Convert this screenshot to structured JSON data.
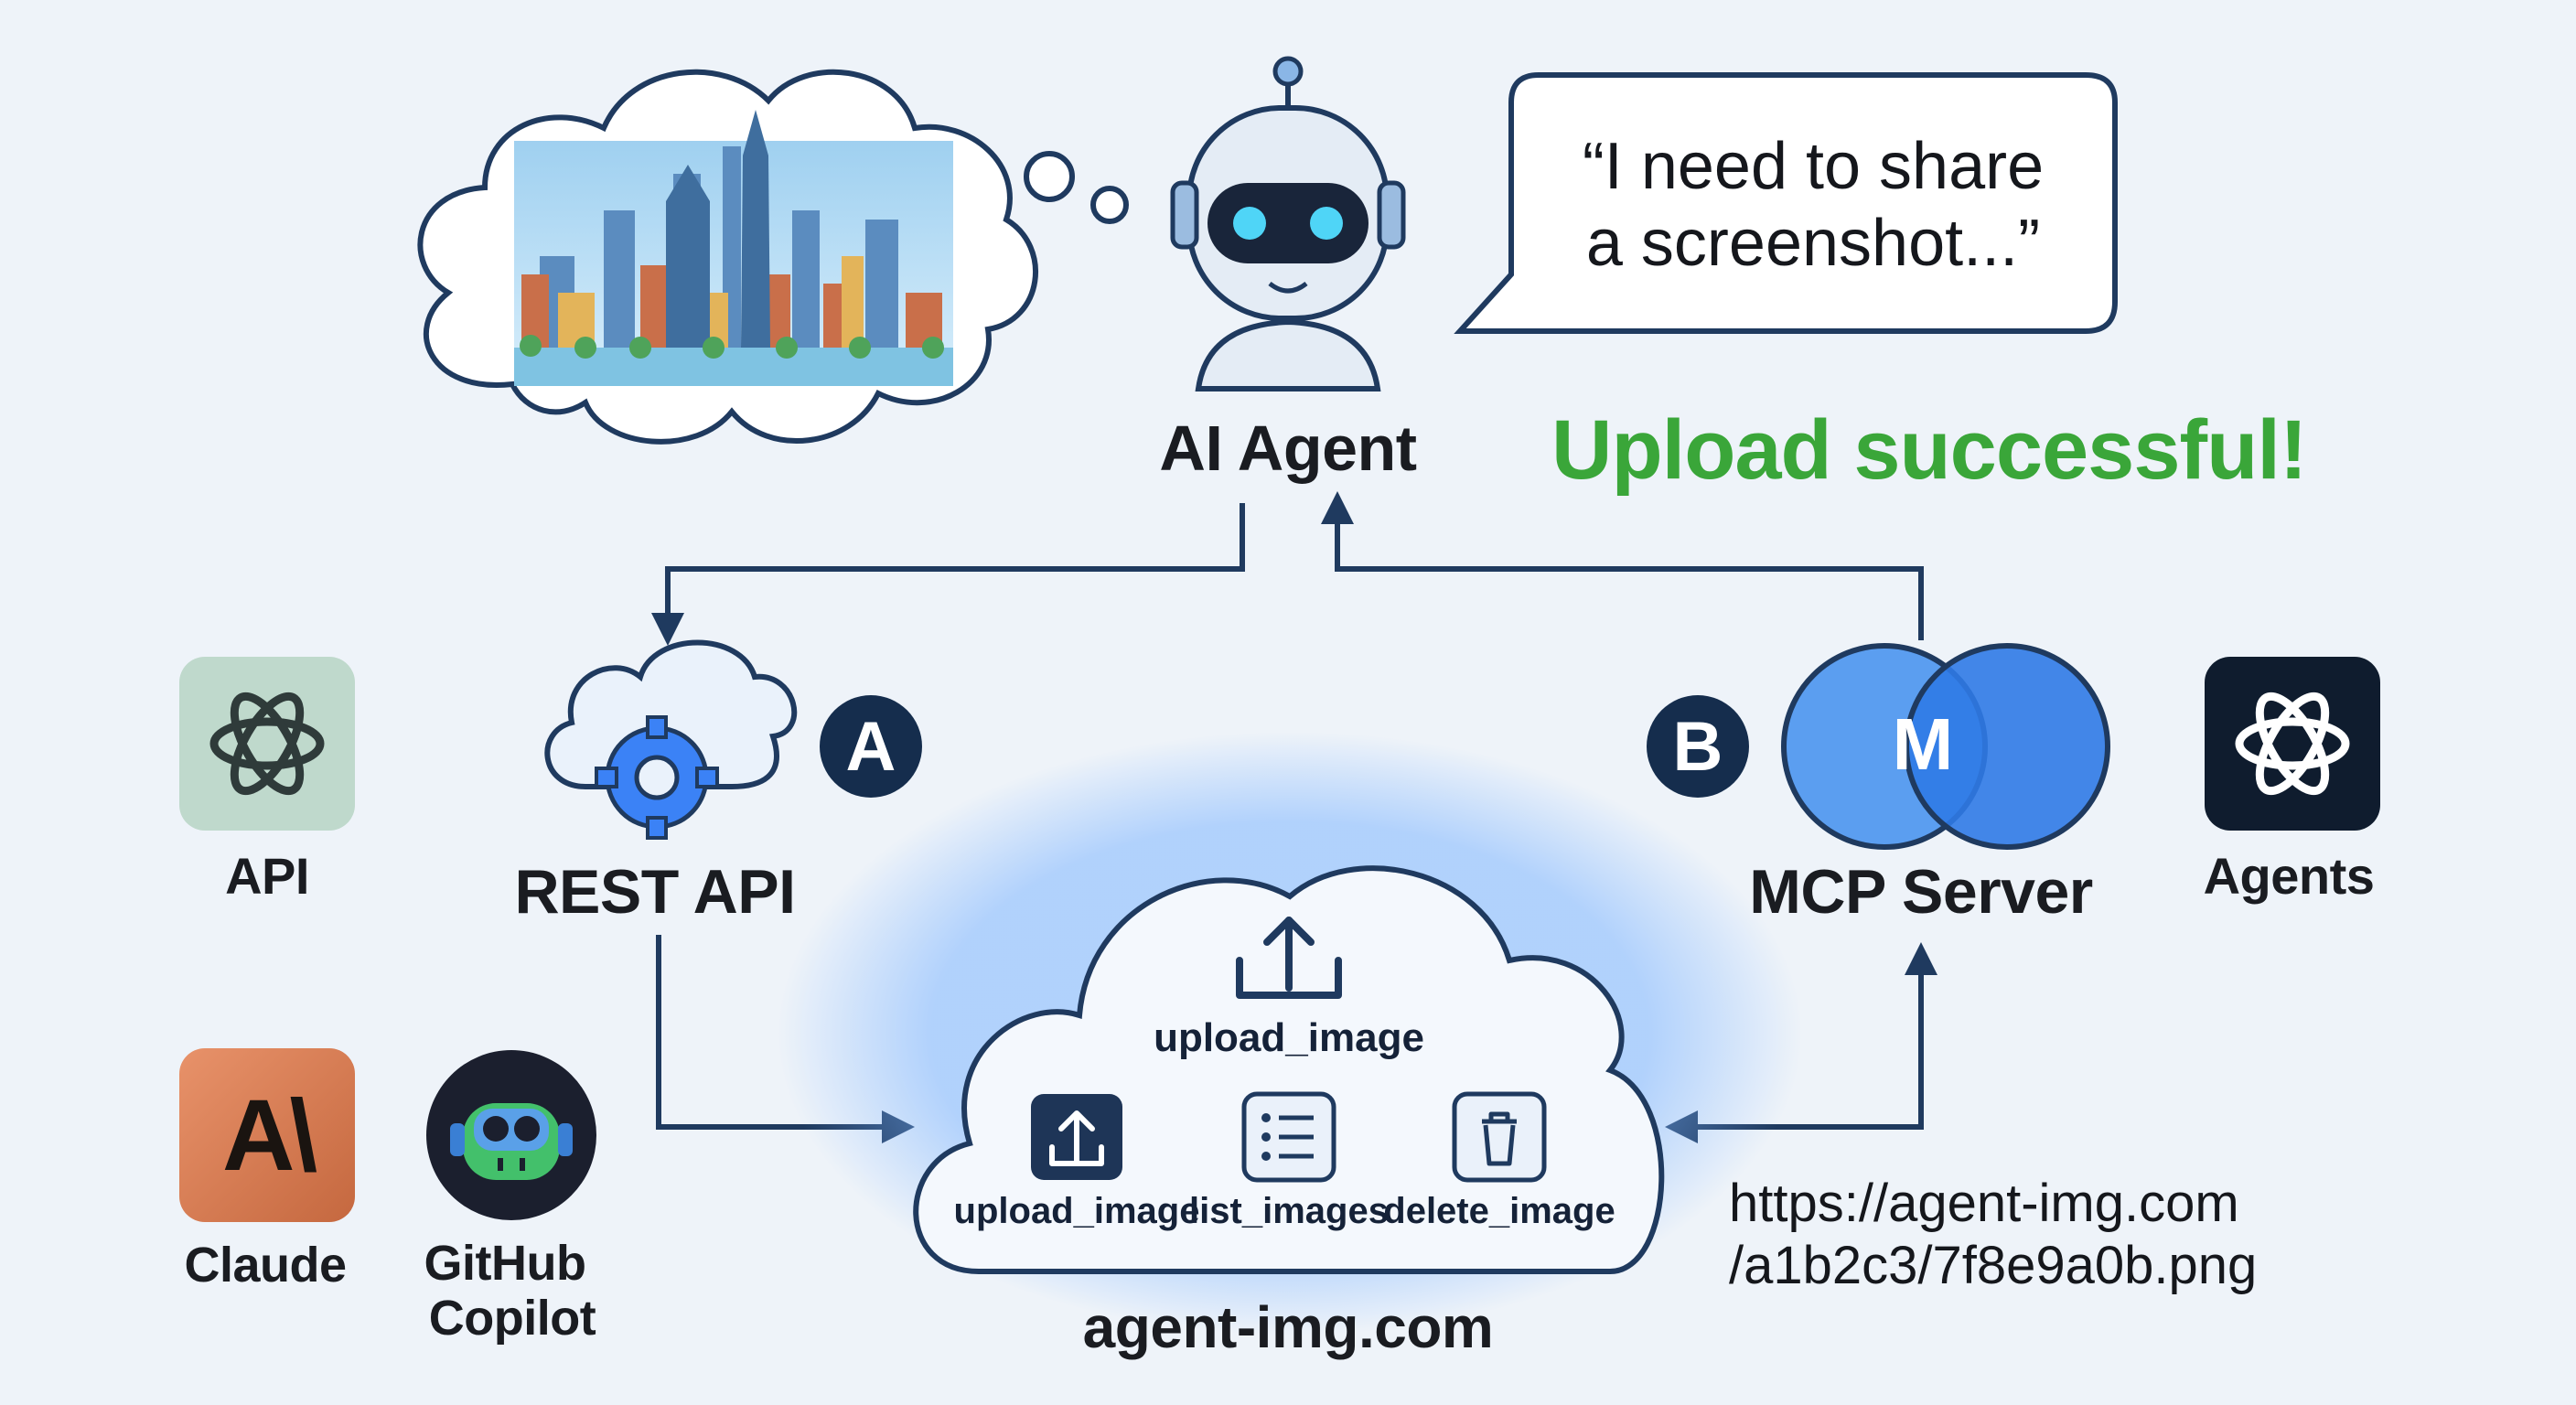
{
  "agent": {
    "label": "AI Agent"
  },
  "speech": {
    "line1": "“I need to share",
    "line2": "a screenshot...”"
  },
  "status": {
    "message": "Upload successful!"
  },
  "rest_api": {
    "label": "REST API",
    "badge": "A"
  },
  "mcp_server": {
    "label": "MCP Server",
    "badge": "B",
    "logo_letter": "M"
  },
  "providers": {
    "api": {
      "label": "API",
      "icon": "openai-knot-icon"
    },
    "agents": {
      "label": "Agents",
      "icon": "openai-knot-icon"
    },
    "claude": {
      "label": "Claude",
      "logo_text": "A\\"
    },
    "copilot": {
      "label_line1": "GitHub",
      "label_line2": "Copilot"
    }
  },
  "cloud": {
    "domain": "agent-img.com",
    "main_tool": "upload_image",
    "tools": [
      "upload_image",
      "list_images",
      "delete_image"
    ]
  },
  "result_url": {
    "line1": "https://agent-img.com",
    "line2": "/a1b2c3/7f8e9a0b.png"
  },
  "colors": {
    "navy": "#152d4d",
    "accent_blue": "#3b82f6",
    "success_green": "#3aa639"
  }
}
